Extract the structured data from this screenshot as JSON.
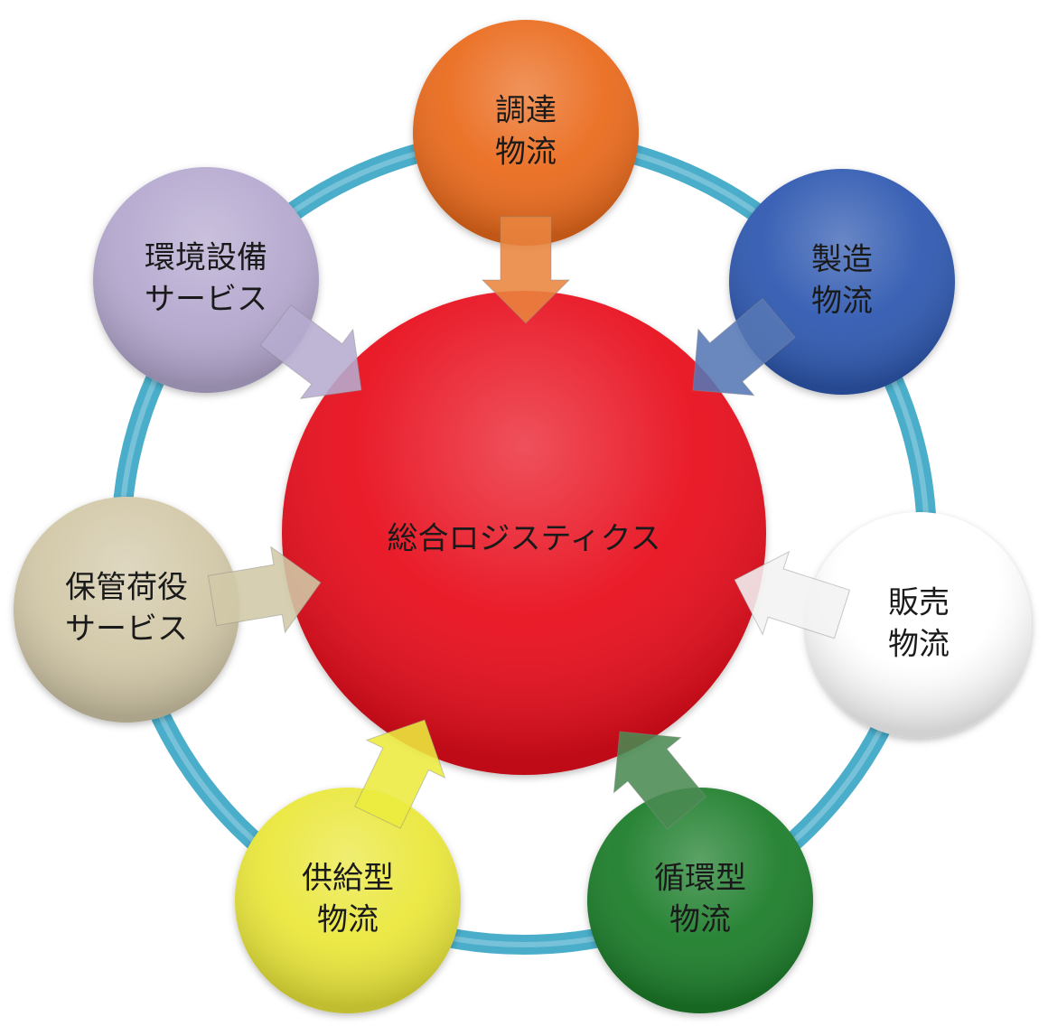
{
  "center": {
    "label": "総合ロジスティクス",
    "color": "#e8101a"
  },
  "ring_color": "#4aaecb",
  "nodes": [
    {
      "id": "procurement",
      "lines": [
        "調達",
        "物流"
      ],
      "color": "#ea6a1c",
      "arrow_color": "#e9843f",
      "text_color": "#1a1a1a"
    },
    {
      "id": "manufacturing",
      "lines": [
        "製造",
        "物流"
      ],
      "color": "#2f58b0",
      "arrow_color": "#5778b5",
      "text_color": "#1a1a1a"
    },
    {
      "id": "sales",
      "lines": [
        "販売",
        "物流"
      ],
      "color": "#ffffff",
      "arrow_color": "#f3f3f3",
      "text_color": "#1a1a1a"
    },
    {
      "id": "circulation",
      "lines": [
        "循環型",
        "物流"
      ],
      "color": "#1d7d2a",
      "arrow_color": "#4a8a52",
      "text_color": "#1a1a1a"
    },
    {
      "id": "supply",
      "lines": [
        "供給型",
        "物流"
      ],
      "color": "#eae73a",
      "arrow_color": "#ecea3e",
      "text_color": "#1a1a1a"
    },
    {
      "id": "storage",
      "lines": [
        "保管荷役",
        "サービス"
      ],
      "color": "#d2c8a8",
      "arrow_color": "#d0c8a6",
      "text_color": "#1a1a1a"
    },
    {
      "id": "environment",
      "lines": [
        "環境設備",
        "サービス"
      ],
      "color": "#b5a8cf",
      "arrow_color": "#b6acd0",
      "text_color": "#1a1a1a"
    }
  ]
}
